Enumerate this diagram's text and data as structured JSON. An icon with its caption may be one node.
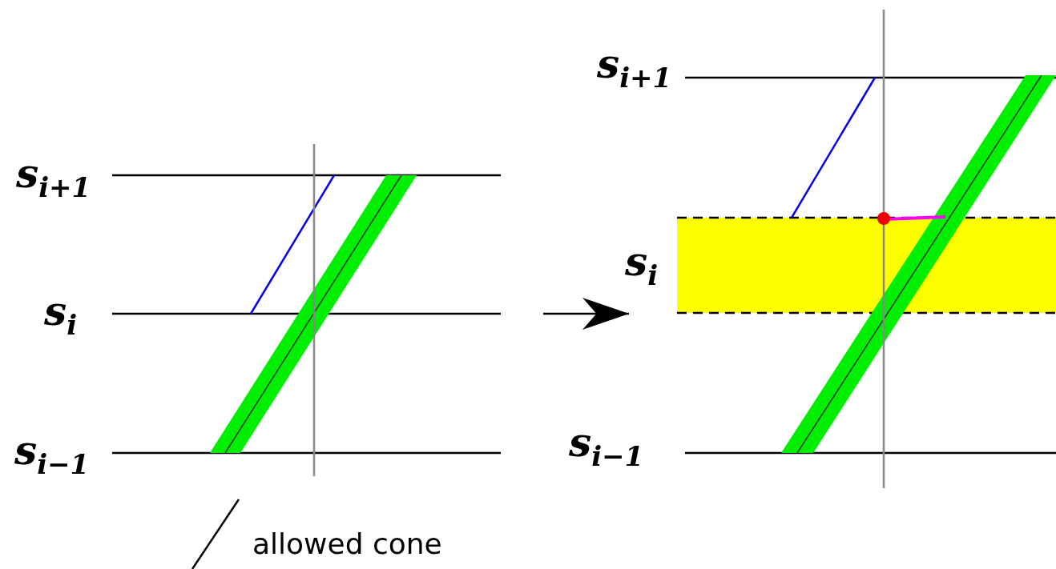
{
  "diagram": {
    "labels": [
      "s$_{i+1}$",
      "s$_{i}$",
      "s$_{i−1}$",
      "s$_{i+1}$",
      "s$_{i}$",
      "s$_{i−1}$"
    ],
    "legend": [
      {
        "text": "allowed cone"
      }
    ]
  }
}
